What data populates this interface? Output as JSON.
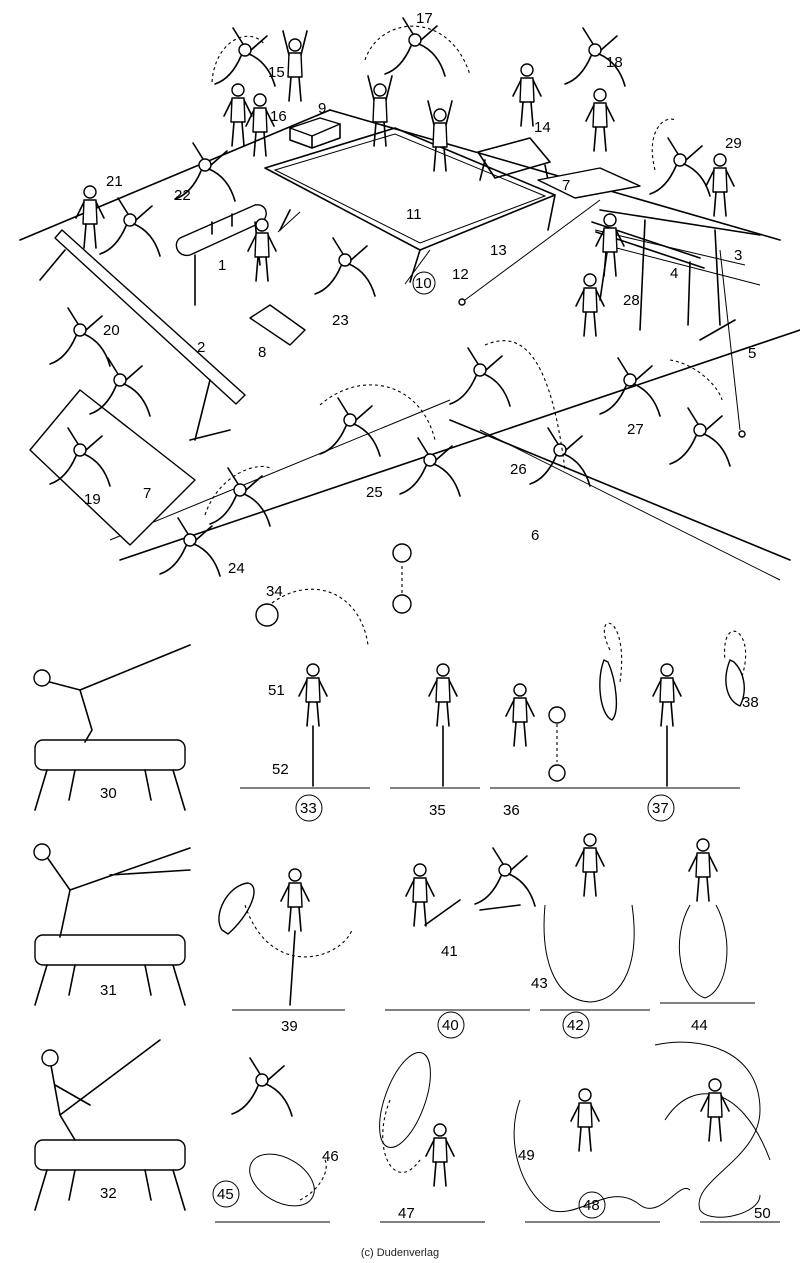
{
  "labels": {
    "l1": "1",
    "l2": "2",
    "l3": "3",
    "l4": "4",
    "l5": "5",
    "l6": "6",
    "l7a": "7",
    "l7b": "7",
    "l8": "8",
    "l9": "9",
    "l10": "10",
    "l11": "11",
    "l12": "12",
    "l13": "13",
    "l14": "14",
    "l15": "15",
    "l16": "16",
    "l17": "17",
    "l18": "18",
    "l19": "19",
    "l20": "20",
    "l21": "21",
    "l22": "22",
    "l23": "23",
    "l24": "24",
    "l25": "25",
    "l26": "26",
    "l27": "27",
    "l28": "28",
    "l29": "29",
    "l30": "30",
    "l31": "31",
    "l32": "32",
    "l33": "33",
    "l34": "34",
    "l35": "35",
    "l36": "36",
    "l37": "37",
    "l38": "38",
    "l39": "39",
    "l40": "40",
    "l41": "41",
    "l42": "42",
    "l43": "43",
    "l44": "44",
    "l45": "45",
    "l46": "46",
    "l47": "47",
    "l48": "48",
    "l49": "49",
    "l50": "50",
    "l51": "51",
    "l52": "52"
  },
  "credit": "(c) Dudenverlag"
}
